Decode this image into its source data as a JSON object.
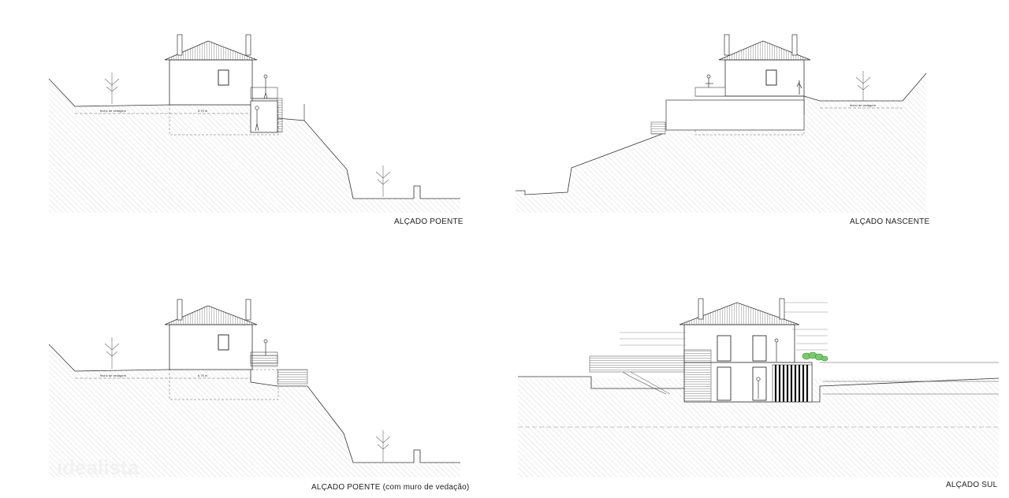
{
  "drawings": [
    {
      "title": "ALÇADO POENTE",
      "labels": {
        "fence": "fecho de vedagem",
        "dimension": "6.75 m"
      }
    },
    {
      "title": "ALÇADO NASCENTE",
      "labels": {
        "fence": "fecho de vedagem"
      }
    },
    {
      "title": "ALÇADO POENTE (com muro de vedação)",
      "labels": {
        "fence": "fecho de vedagem",
        "dimension": "6.75 m"
      }
    },
    {
      "title": "ALÇADO SUL",
      "labels": {}
    }
  ],
  "watermark": "idealista"
}
